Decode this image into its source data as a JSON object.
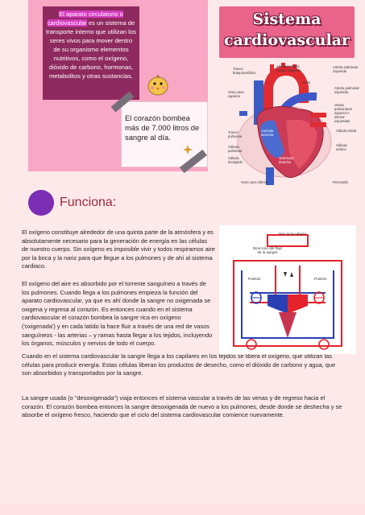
{
  "intro_box": {
    "highlight": "El aparato circulatorio o cardiovascular",
    "rest": " es un sistema de transporte interno que utilizan los seres vivos para mover dentro de su organismo elementos nutritivos, como el oxígeno, dióxido de carbono, hormonas, metabolitos y otras sustancias."
  },
  "note": "El corazón bombea más de 7.000 litros de sangre al día.",
  "title": {
    "line1": "Sistema",
    "line2": "cardiovascular"
  },
  "heart_labels": {
    "tronco_braquio": "Tronco braquiocefálico",
    "carotida": "Arteria carótida común izquierda",
    "subclavia": "Arteria subclavia izquierda",
    "aorta": "Aorta",
    "cava_sup": "Vena cava superior",
    "pulmonar_izq": "Arteria pulmonar izquierda",
    "venas_pulm": "Venas pulmonares superior e inferior izquierdas",
    "tronco_pulm": "Tronco pulmonar",
    "auricula_der": "Aurícula derecha",
    "valv_pulm": "Válvula pulmonar",
    "valv_tric": "Válvula tricúspide",
    "ventriculo": "Ventrículo derecho",
    "valv_mitral": "Válvula mitral",
    "valv_aortica": "Válvula aórtica",
    "cava_inf": "Vena cava inferior",
    "pericardio": "Pericardio"
  },
  "section_title": "Funciona:",
  "paragraphs": {
    "p1": "El oxígeno constituye alrededor de una quinta parte de la atmósfera y es absolutamente necesario para la generación de energía en las células de nuestro cuerpo. Sin oxígeno es imposible vivir y todos respiramos aire por la boca y la nariz para que llegue a los pulmones y de ahí al sistema cardiaco.",
    "p2": "El oxígeno del aire es absorbido por el torrente sanguíneo a través de los pulmones. Cuando llega a los pulmones empieza la función del aparato cardiovascular, ya que es ahí donde la sangre no oxigenada se oxigena y regresa al corazón. Es entonces cuando en el sistema cardiovascular el corazón bombea la sangre rica en oxígeno ('oxigenada') y en cada latido la hace fluir a través de una red de vasos sanguíneos - las arterias – y ramas hasta llegar a los tejidos, incluyendo los órganos, músculos y nervios de todo el cuerpo.",
    "p3": "Cuando en el sistema cardiovascular la sangre llega a los capilares en los tejidos se libera el oxígeno, que utilizan las células para producir energía. Estas células liberan los productos de desecho, como el dióxido de carbono y agua, que son absorbidos y transportados por la sangre.",
    "p4": "La sangre usada (o \"desoxigenada\") viaja entonces el sistema vascular a través de las venas y de regreso hacia el corazón. El corazón bombea entonces la sangre desoxigenada de nuevo a los pulmones, desde donde se deshecha y se absorbe el oxígeno fresco, haciendo que el ciclo del sistema cardiovascular comience nuevamente."
  },
  "flow_diagram": {
    "top_label": "Hac·ia la cabeza",
    "direction": "Dirección del flujo de la sangre",
    "lung_left": "Pulmón",
    "lung_right": "Pulmón"
  },
  "colors": {
    "accent": "#f8a7c5",
    "purple": "#8e2a5f",
    "title_bg": "#e9638b",
    "artery": "#e4232b",
    "vein": "#2b3fb5"
  }
}
